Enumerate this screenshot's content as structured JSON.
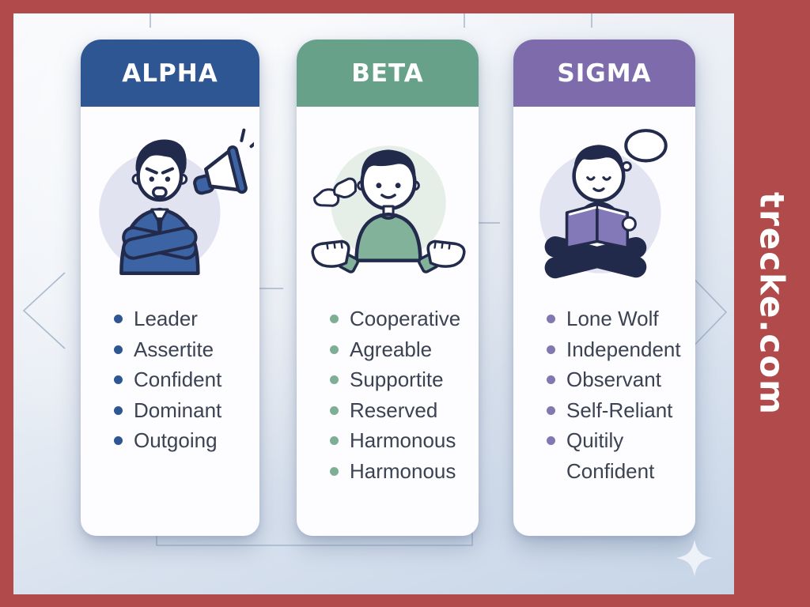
{
  "watermark": "trecke.com",
  "palette": {
    "frame_red": "#b14a4a",
    "background_top": "#f5f7fa",
    "background_bottom": "#c7d5e7",
    "connector_line": "#9fb0c6",
    "trait_text": "#3b4251"
  },
  "cards": [
    {
      "title": "ALPHA",
      "header_color": "#2e5692",
      "bullet_color": "#2e5692",
      "icon": "businessman-crossed-arms-megaphone-icon",
      "traits": [
        "Leader",
        "Assertite",
        "Confident",
        "Dominant",
        "Outgoing"
      ]
    },
    {
      "title": "BETA",
      "header_color": "#67a189",
      "bullet_color": "#7fae97",
      "icon": "friendly-person-open-hands-handshake-icon",
      "traits": [
        "Cooperative",
        "Agreable",
        "Supportite",
        "Reserved",
        "Harmonous",
        "Harmonous"
      ]
    },
    {
      "title": "SIGMA",
      "header_color": "#7d6bab",
      "bullet_color": "#8377b2",
      "icon": "person-reading-book-thought-bubble-icon",
      "traits": [
        "Lone Wolf",
        "Independent",
        "Observant",
        "Self-Reliant",
        "Quitily Confident"
      ]
    }
  ]
}
